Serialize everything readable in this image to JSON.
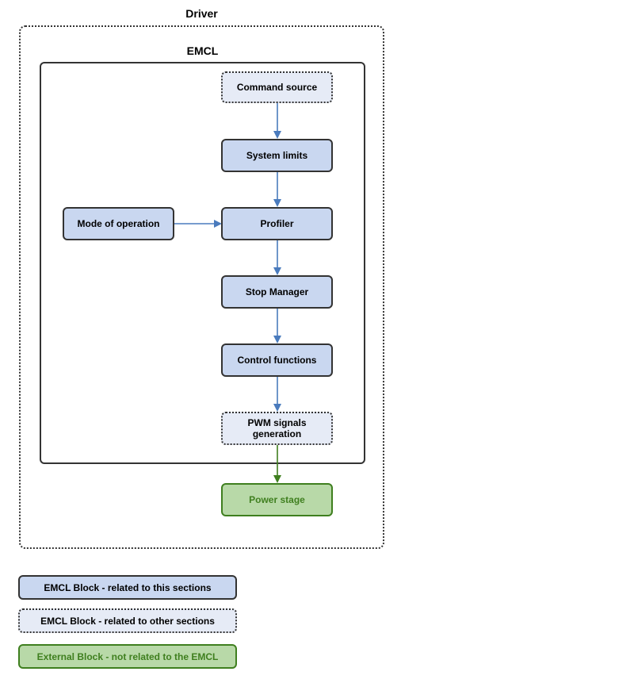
{
  "diagram": {
    "driver_title": "Driver",
    "emcl_title": "EMCL",
    "nodes": {
      "command_source": "Command source",
      "system_limits": "System limits",
      "mode_of_operation": "Mode of operation",
      "profiler": "Profiler",
      "stop_manager": "Stop Manager",
      "control_functions": "Control functions",
      "pwm_generation_line1": "PWM signals",
      "pwm_generation_line2": "generation",
      "power_stage": "Power stage"
    },
    "colors": {
      "emcl_block": "#c9d7f0",
      "other_block": "#e6ebf6",
      "external_block": "#b8d9a8",
      "arrow_blue": "#4a7bbd",
      "arrow_green": "#3f7f1f"
    }
  },
  "legend": {
    "emcl_this_section": "EMCL Block - related to this sections",
    "emcl_other_sections": "EMCL Block - related to other sections",
    "external_block": "External Block - not related to the EMCL"
  }
}
